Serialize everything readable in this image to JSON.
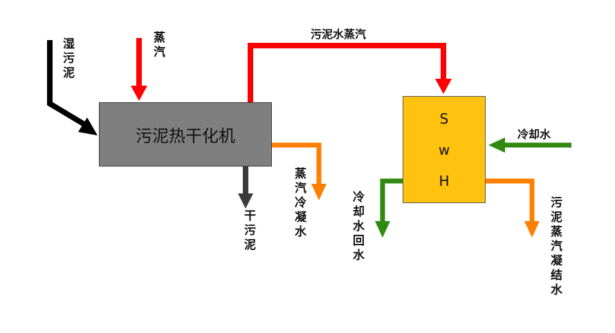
{
  "dryer": {
    "label": "污泥热干化机"
  },
  "exchanger": {
    "letters": [
      "S",
      "w",
      "H"
    ]
  },
  "labels": {
    "wet_sludge": "湿污泥",
    "steam": "蒸汽",
    "sludge_water_vapor": "污泥水蒸汽",
    "dry_sludge": "干污泥",
    "steam_condensate": "蒸汽冷凝水",
    "cooling_water_return": "冷却水回水",
    "cooling_water": "冷却水",
    "sludge_steam_condensate": "污泥蒸汽凝结水"
  },
  "colors": {
    "steam": "#ff0000",
    "wet_sludge": "#000000",
    "dry_sludge": "#3b3b3b",
    "condensate": "#ff7f00",
    "cooling_water": "#2f8a0f",
    "dryer_fill": "#7f7f7f",
    "exchanger_fill": "#ffc20e"
  }
}
